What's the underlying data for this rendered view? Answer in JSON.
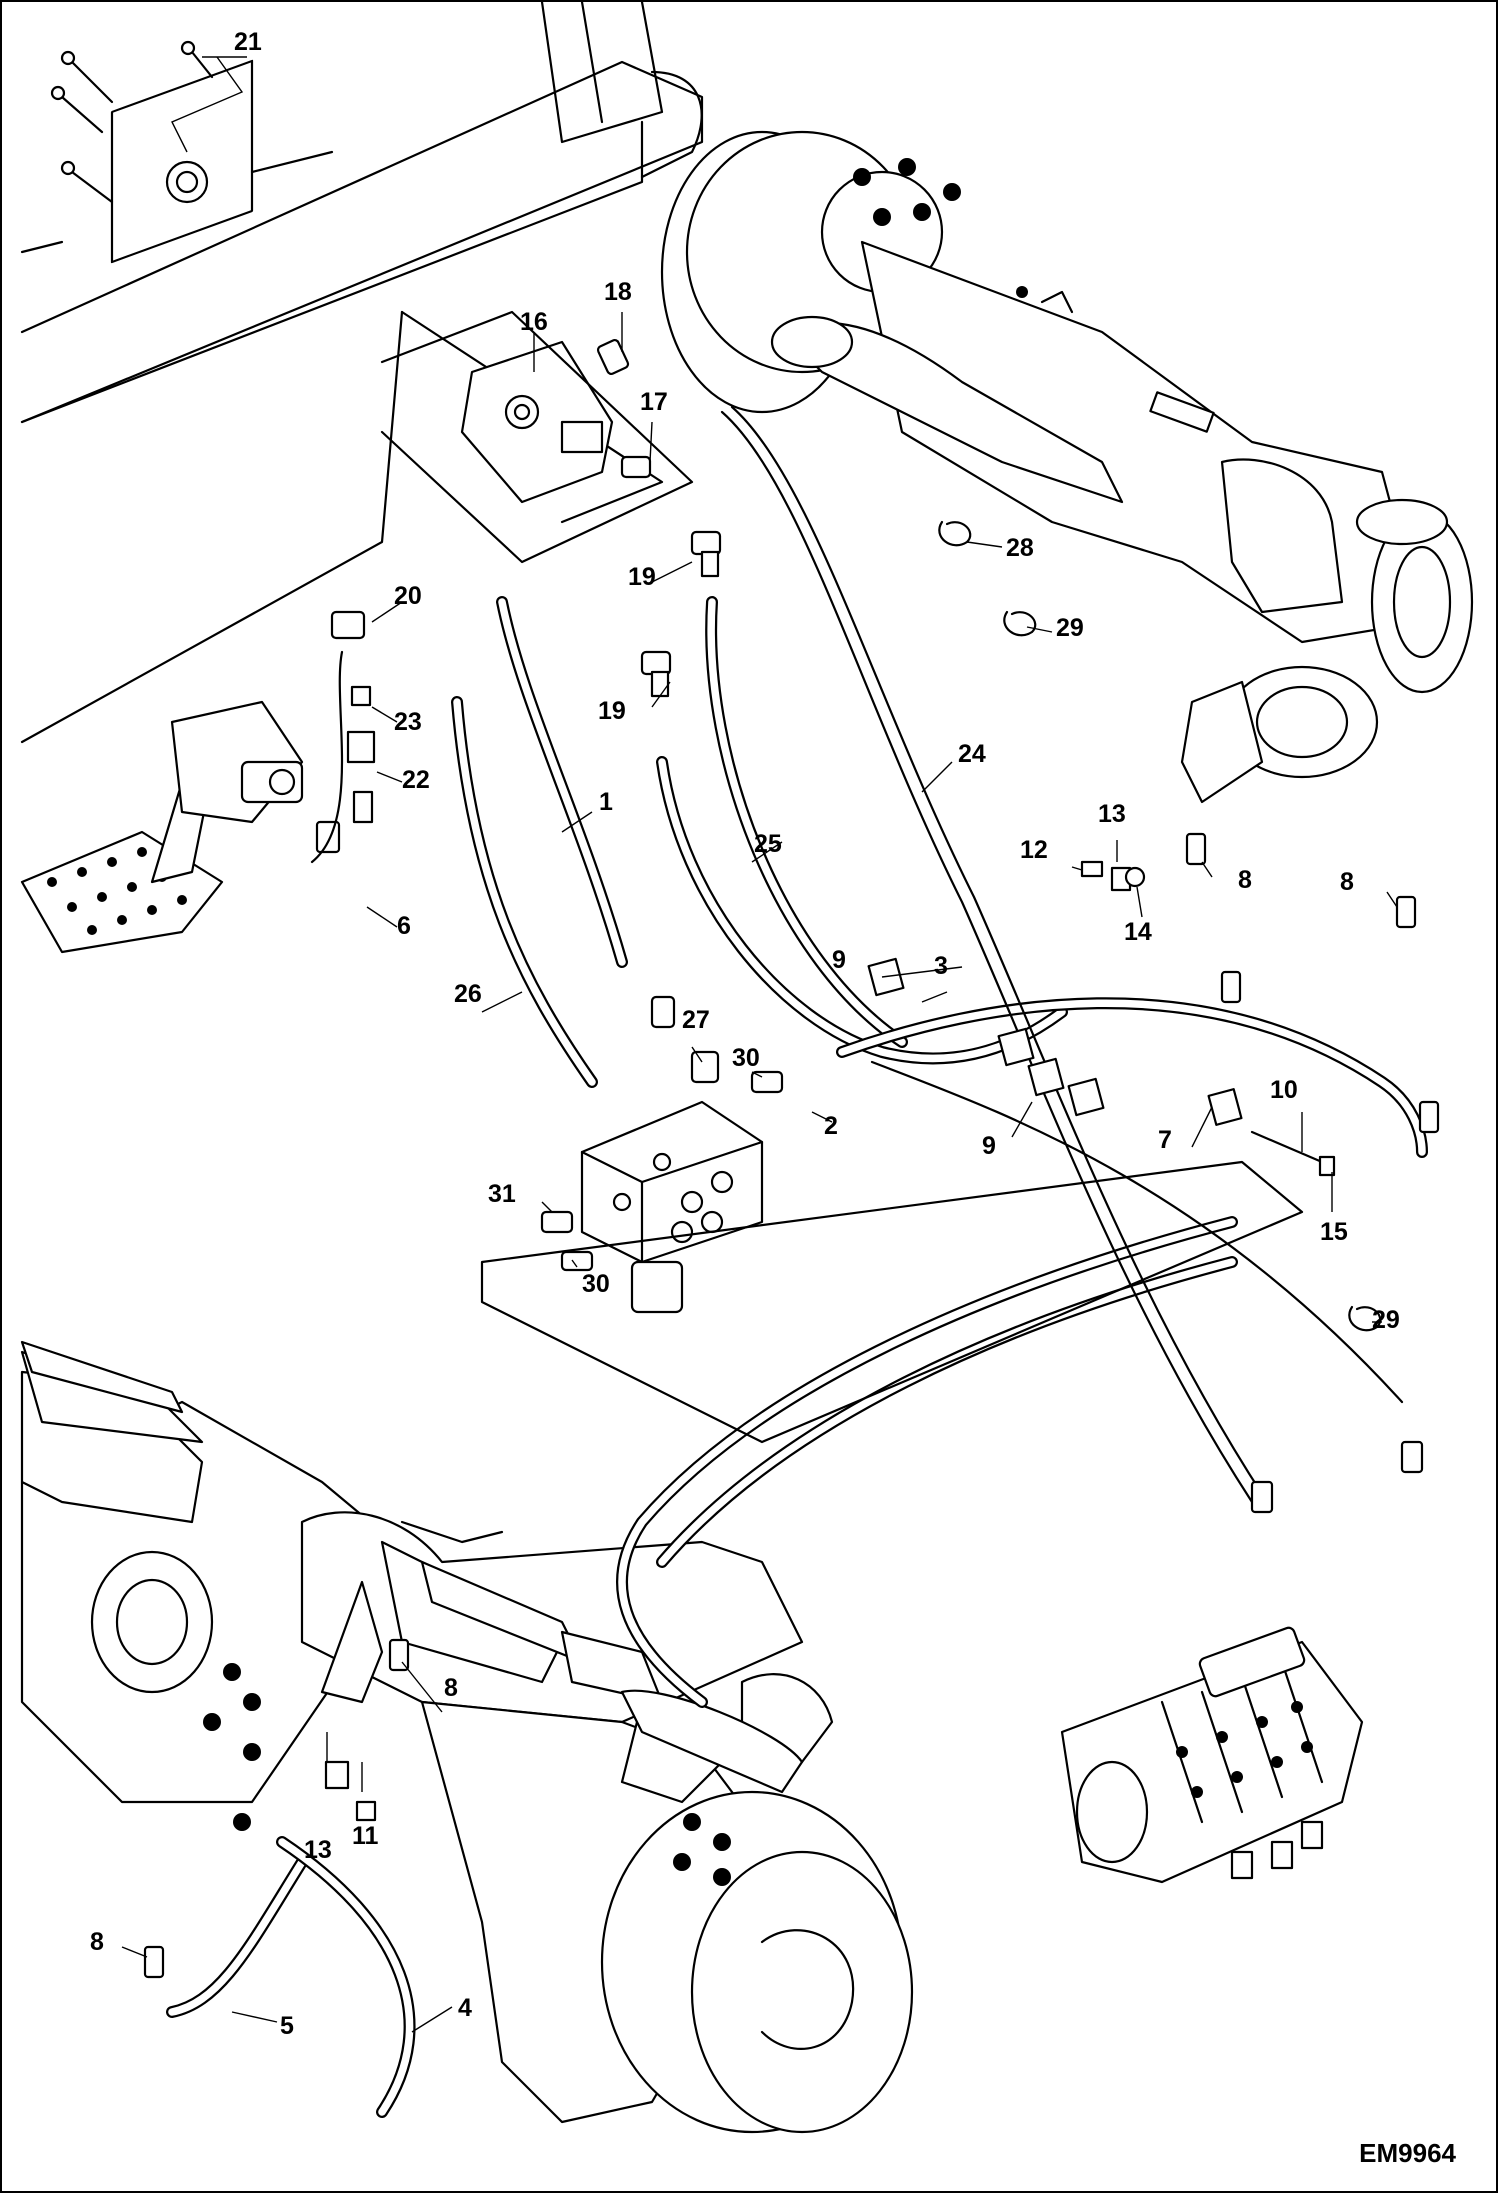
{
  "drawing_code": "EM9964",
  "callouts": [
    {
      "id": "c1",
      "label": "1"
    },
    {
      "id": "c2",
      "label": "2"
    },
    {
      "id": "c3",
      "label": "3"
    },
    {
      "id": "c4",
      "label": "4"
    },
    {
      "id": "c5",
      "label": "5"
    },
    {
      "id": "c6",
      "label": "6"
    },
    {
      "id": "c7",
      "label": "7"
    },
    {
      "id": "c8a",
      "label": "8"
    },
    {
      "id": "c8b",
      "label": "8"
    },
    {
      "id": "c8c",
      "label": "8"
    },
    {
      "id": "c8d",
      "label": "8"
    },
    {
      "id": "c9a",
      "label": "9"
    },
    {
      "id": "c9b",
      "label": "9"
    },
    {
      "id": "c10",
      "label": "10"
    },
    {
      "id": "c11",
      "label": "11"
    },
    {
      "id": "c12",
      "label": "12"
    },
    {
      "id": "c13a",
      "label": "13"
    },
    {
      "id": "c13b",
      "label": "13"
    },
    {
      "id": "c14",
      "label": "14"
    },
    {
      "id": "c15",
      "label": "15"
    },
    {
      "id": "c16",
      "label": "16"
    },
    {
      "id": "c17",
      "label": "17"
    },
    {
      "id": "c18",
      "label": "18"
    },
    {
      "id": "c19a",
      "label": "19"
    },
    {
      "id": "c19b",
      "label": "19"
    },
    {
      "id": "c20",
      "label": "20"
    },
    {
      "id": "c21",
      "label": "21"
    },
    {
      "id": "c22",
      "label": "22"
    },
    {
      "id": "c23",
      "label": "23"
    },
    {
      "id": "c24",
      "label": "24"
    },
    {
      "id": "c25",
      "label": "25"
    },
    {
      "id": "c26",
      "label": "26"
    },
    {
      "id": "c27",
      "label": "27"
    },
    {
      "id": "c28",
      "label": "28"
    },
    {
      "id": "c29a",
      "label": "29"
    },
    {
      "id": "c29b",
      "label": "29"
    },
    {
      "id": "c30a",
      "label": "30"
    },
    {
      "id": "c30b",
      "label": "30"
    },
    {
      "id": "c31",
      "label": "31"
    }
  ]
}
